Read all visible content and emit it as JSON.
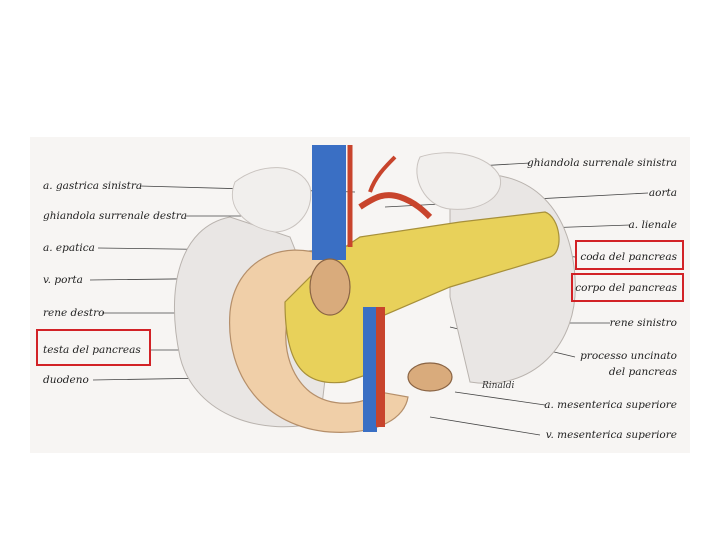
{
  "labels_left": [
    {
      "id": "gastrica-sinistra",
      "text": "a. gastrica sinistra"
    },
    {
      "id": "surrenale-destra",
      "text": "ghiandola surrenale destra"
    },
    {
      "id": "epatica",
      "text": "a. epatica"
    },
    {
      "id": "porta",
      "text": "v. porta"
    },
    {
      "id": "rene-destro",
      "text": "rene destro"
    },
    {
      "id": "testa-pancreas",
      "text": "testa del pancreas"
    },
    {
      "id": "duodeno",
      "text": "duodeno"
    }
  ],
  "labels_right": [
    {
      "id": "surrenale-sinistra",
      "text": "ghiandola surrenale sinistra"
    },
    {
      "id": "aorta",
      "text": "aorta"
    },
    {
      "id": "lienale",
      "text": "a. lienale"
    },
    {
      "id": "coda-pancreas",
      "text": "coda del pancreas"
    },
    {
      "id": "corpo-pancreas",
      "text": "corpo del pancreas"
    },
    {
      "id": "rene-sinistro",
      "text": "rene sinistro"
    },
    {
      "id": "processo-uncinato-1",
      "text": "processo uncinato"
    },
    {
      "id": "processo-uncinato-2",
      "text": "del pancreas"
    },
    {
      "id": "mesenterica-sup-a",
      "text": "a. mesenterica superiore"
    },
    {
      "id": "mesenterica-sup-v",
      "text": "v. mesenterica superiore"
    }
  ],
  "highlighted": [
    "testa del pancreas",
    "coda del pancreas",
    "corpo del pancreas"
  ],
  "signature": "Rinaldi",
  "colors": {
    "highlight_box": "#d22226",
    "pancreas": "#e8d15a",
    "vein": "#3a6fc4",
    "artery": "#c8442c",
    "kidney": "#e9e6e4",
    "duodenum": "#f0cfa8"
  }
}
